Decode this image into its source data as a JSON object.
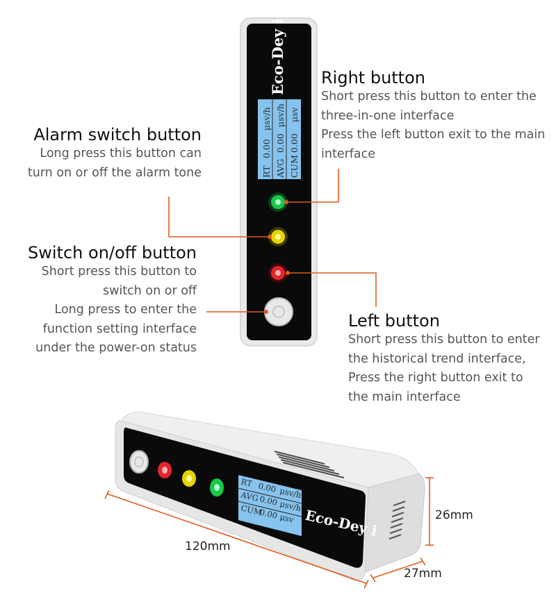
{
  "device": {
    "brand": "Eco-Dey i",
    "screen_rows": [
      {
        "label": "RT",
        "value": "0.00",
        "unit": "μsv/h"
      },
      {
        "label": "AVG",
        "value": "0.00",
        "unit": "μsv/h"
      },
      {
        "label": "CUM",
        "value": "0.00",
        "unit": "μsv"
      }
    ],
    "led_colors": {
      "green": "#19c94a",
      "yellow": "#e6d400",
      "red": "#e3242b"
    },
    "accent_color": "#e05a1e"
  },
  "callouts": {
    "right_button": {
      "title": "Right button",
      "lines": [
        "Short press this button to enter the",
        "three-in-one interface",
        "Press the left button exit to the main",
        "interface"
      ]
    },
    "alarm_button": {
      "title": "Alarm switch button",
      "lines": [
        "Long press this button can",
        "turn on or off the alarm tone"
      ]
    },
    "switch_button": {
      "title": "Switch on/off button",
      "lines": [
        "Short press this button to",
        "switch on or off",
        "Long press to enter the",
        "function setting interface",
        "under the power-on status"
      ]
    },
    "left_button": {
      "title": "Left button",
      "lines": [
        "Short press this button to enter",
        "the historical trend interface,",
        "Press the right button exit to",
        "the main interface"
      ]
    }
  },
  "dimensions": {
    "length": "120mm",
    "height": "26mm",
    "depth": "27mm"
  }
}
